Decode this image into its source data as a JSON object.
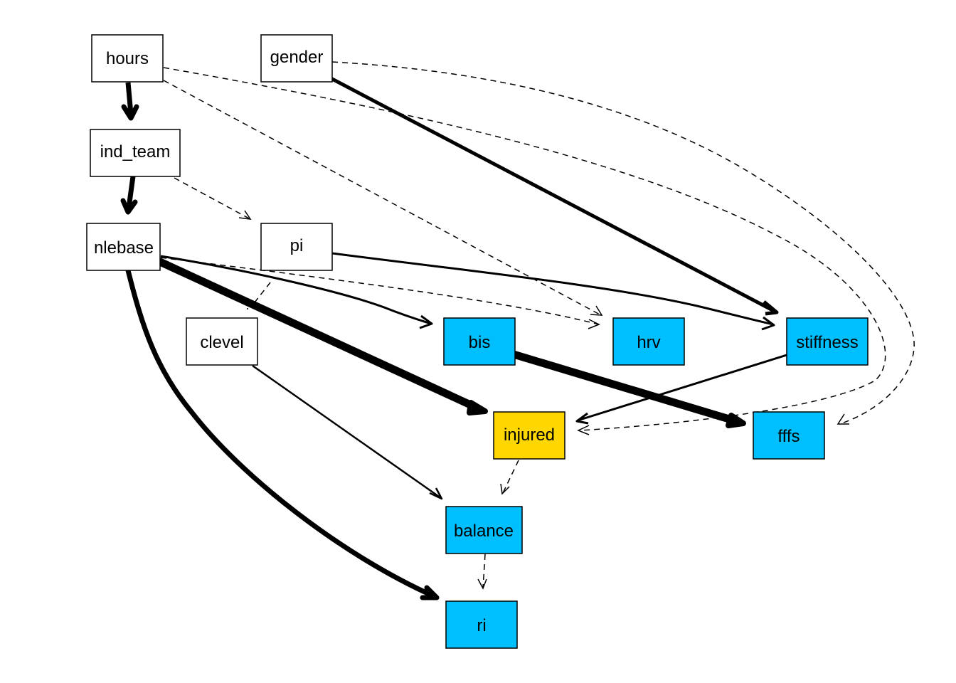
{
  "diagram": {
    "type": "DAG",
    "colors": {
      "default_fill": "#ffffff",
      "outcome_fill": "#00BFFF",
      "exposure_fill": "#FFD700",
      "stroke": "#000000"
    },
    "nodes": [
      {
        "id": "hours",
        "label": "hours",
        "role": "default"
      },
      {
        "id": "gender",
        "label": "gender",
        "role": "default"
      },
      {
        "id": "ind_team",
        "label": "ind_team",
        "role": "default"
      },
      {
        "id": "nlebase",
        "label": "nlebase",
        "role": "default"
      },
      {
        "id": "pi",
        "label": "pi",
        "role": "default"
      },
      {
        "id": "clevel",
        "label": "clevel",
        "role": "default"
      },
      {
        "id": "bis",
        "label": "bis",
        "role": "outcome"
      },
      {
        "id": "hrv",
        "label": "hrv",
        "role": "outcome"
      },
      {
        "id": "stiffness",
        "label": "stiffness",
        "role": "outcome"
      },
      {
        "id": "injured",
        "label": "injured",
        "role": "exposure"
      },
      {
        "id": "fffs",
        "label": "fffs",
        "role": "outcome"
      },
      {
        "id": "balance",
        "label": "balance",
        "role": "outcome"
      },
      {
        "id": "ri",
        "label": "ri",
        "role": "outcome"
      }
    ],
    "edges": [
      {
        "from": "hours",
        "to": "ind_team",
        "style": "solid",
        "weight": "strong"
      },
      {
        "from": "ind_team",
        "to": "nlebase",
        "style": "solid",
        "weight": "strong"
      },
      {
        "from": "ind_team",
        "to": "pi",
        "style": "dashed",
        "weight": "thin"
      },
      {
        "from": "hours",
        "to": "hrv",
        "style": "dashed",
        "weight": "thin"
      },
      {
        "from": "hours",
        "to": "injured",
        "style": "dashed",
        "weight": "thin"
      },
      {
        "from": "gender",
        "to": "stiffness",
        "style": "solid",
        "weight": "medium"
      },
      {
        "from": "gender",
        "to": "fffs",
        "style": "dashed",
        "weight": "thin"
      },
      {
        "from": "nlebase",
        "to": "bis",
        "style": "solid",
        "weight": "normal"
      },
      {
        "from": "nlebase",
        "to": "hrv",
        "style": "dashed",
        "weight": "thin"
      },
      {
        "from": "nlebase",
        "to": "injured",
        "style": "solid",
        "weight": "very-strong"
      },
      {
        "from": "nlebase",
        "to": "ri",
        "style": "solid",
        "weight": "strong"
      },
      {
        "from": "pi",
        "to": "stiffness",
        "style": "solid",
        "weight": "normal"
      },
      {
        "from": "pi",
        "to": "clevel",
        "style": "dashed",
        "weight": "thin"
      },
      {
        "from": "clevel",
        "to": "balance",
        "style": "solid",
        "weight": "normal"
      },
      {
        "from": "bis",
        "to": "fffs",
        "style": "solid",
        "weight": "very-strong"
      },
      {
        "from": "stiffness",
        "to": "injured",
        "style": "solid",
        "weight": "normal"
      },
      {
        "from": "injured",
        "to": "balance",
        "style": "dashed",
        "weight": "thin"
      },
      {
        "from": "balance",
        "to": "ri",
        "style": "dashed",
        "weight": "thin"
      }
    ]
  }
}
